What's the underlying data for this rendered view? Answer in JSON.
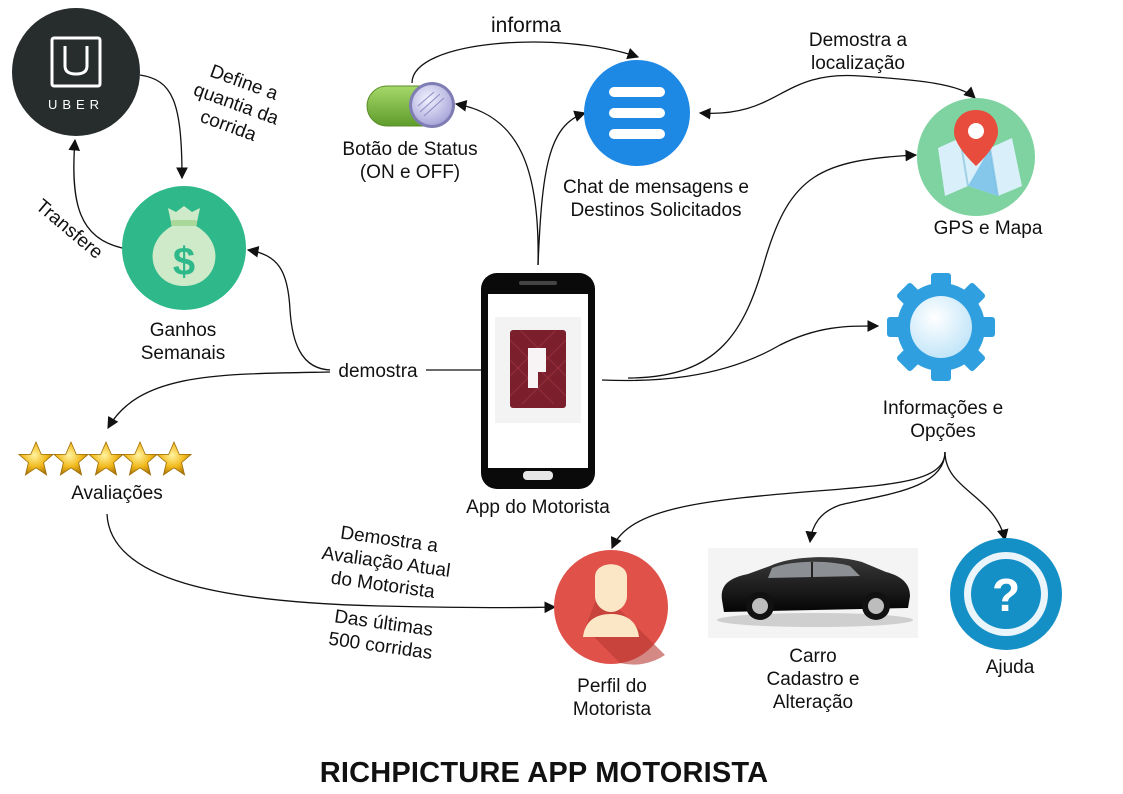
{
  "title": "RICHPICTURE APP MOTORISTA",
  "nodes": {
    "uber": {
      "logo_text": "UBER",
      "icon": "uber-logo-icon"
    },
    "status_button": {
      "line1": "Botão de Status",
      "line2": "(ON e OFF)",
      "icon": "toggle-switch-icon"
    },
    "chat": {
      "line1": "Chat de mensagens e",
      "line2": "Destinos Solicitados",
      "icon": "menu-lines-icon",
      "color": "#1e88e5"
    },
    "gps": {
      "label": "GPS e Mapa",
      "icon": "map-pin-icon",
      "color": "#7ed3a0"
    },
    "earnings": {
      "line1": "Ganhos",
      "line2": "Semanais",
      "icon": "money-bag-icon",
      "color": "#2fb98b"
    },
    "app": {
      "label": "App do Motorista",
      "icon": "smartphone-icon"
    },
    "settings": {
      "line1": "Informações e",
      "line2": "Opções",
      "icon": "gear-icon",
      "color": "#2f9fe0"
    },
    "ratings": {
      "label": "Avaliações",
      "stars": 5,
      "icon": "star-icon"
    },
    "profile": {
      "line1": "Perfil do",
      "line2": "Motorista",
      "icon": "user-icon",
      "color": "#e0514a"
    },
    "car": {
      "line1": "Carro",
      "line2": "Cadastro e",
      "line3": "Alteração",
      "icon": "car-icon"
    },
    "help": {
      "label": "Ajuda",
      "icon": "question-icon",
      "color": "#1590c6"
    }
  },
  "edges": {
    "informa": "informa",
    "localizacao": {
      "line1": "Demostra a",
      "line2": "localização"
    },
    "define": {
      "line1": "Define a",
      "line2": "quantia da",
      "line3": "corrida"
    },
    "transfere": "Transfere",
    "demostra": "demostra",
    "avaliacao": {
      "line1": "Demostra a",
      "line2": "Avaliação Atual",
      "line3": "do Motorista"
    },
    "ultimas": {
      "line1": "Das últimas",
      "line2": "500 corridas"
    }
  }
}
